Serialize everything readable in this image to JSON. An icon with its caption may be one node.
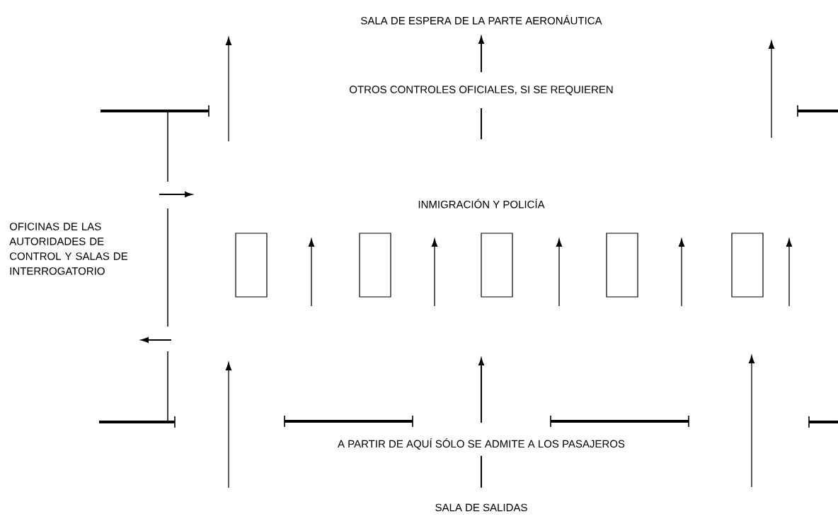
{
  "diagram": {
    "nodes": [
      {
        "text": [],
        "shape": "box"
      },
      {
        "text": [],
        "shape": "box"
      },
      {
        "text": [],
        "shape": "box"
      },
      {
        "text": [],
        "shape": "box"
      },
      {
        "text": [],
        "shape": "box"
      }
    ],
    "labels": [
      "SALA DE ESPERA DE LA PARTE AERONÁUTICA",
      "OTROS CONTROLES OFICIALES, SI SE REQUIEREN",
      "INMIGRACIÓN Y POLICÍA",
      "OFICINAS DE LAS AUTORIDADES DE CONTROL Y SALAS DE INTERROGATORIO",
      "A PARTIR DE AQUÍ SÓLO SE ADMITE A LOS PASAJEROS",
      "SALA DE SALIDAS"
    ]
  }
}
